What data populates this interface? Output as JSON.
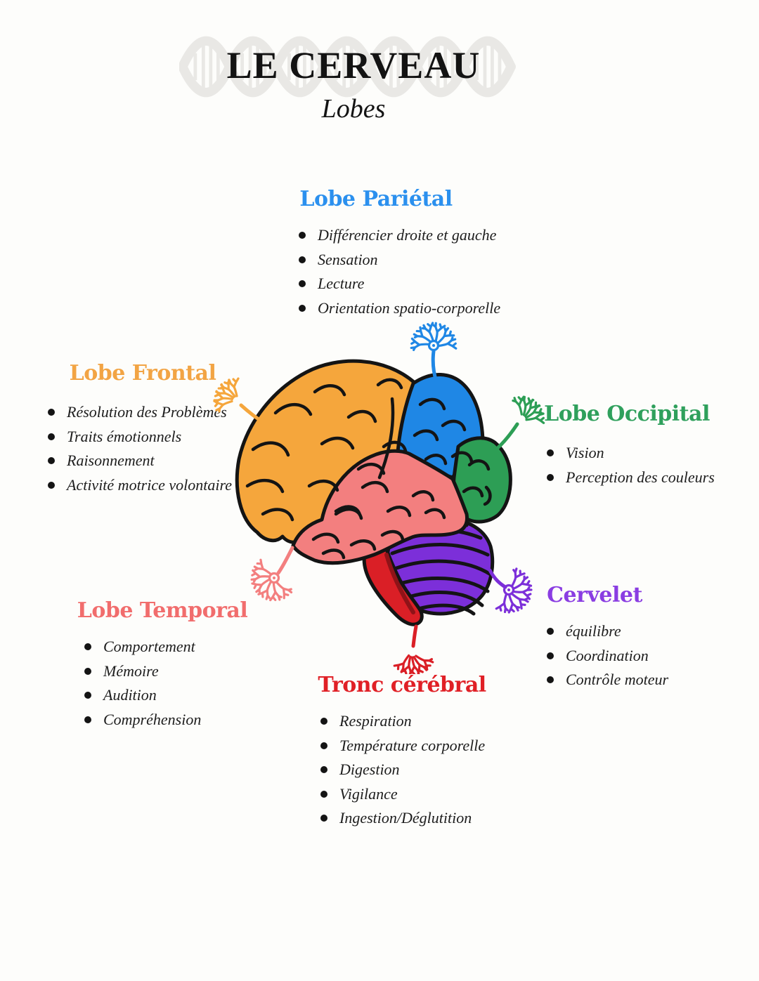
{
  "page": {
    "background": "#fdfdfb",
    "ink": "#141414"
  },
  "header": {
    "title": "LE CERVEAU",
    "subtitle": "Lobes",
    "watermark_icon": "dna-helix",
    "watermark_color": "#e9e8e5"
  },
  "sections": [
    {
      "id": "parietal",
      "title": "Lobe Pariétal",
      "color": "#2b90ee",
      "items": [
        "Différencier droite et gauche",
        "Sensation",
        "Lecture",
        "Orientation spatio-corporelle"
      ]
    },
    {
      "id": "frontal",
      "title": "Lobe Frontal",
      "color": "#f2a444",
      "items": [
        "Résolution des Problèmes",
        "Traits émotionnels",
        "Raisonnement",
        "Activité motrice volontaire"
      ]
    },
    {
      "id": "occipital",
      "title": "Lobe Occipital",
      "color": "#2fa05c",
      "items": [
        "Vision",
        "Perception des couleurs"
      ]
    },
    {
      "id": "temporal",
      "title": "Lobe Temporal",
      "color": "#f16d6d",
      "items": [
        "Comportement",
        "Mémoire",
        "Audition",
        "Compréhension"
      ]
    },
    {
      "id": "cervelet",
      "title": "Cervelet",
      "color": "#8a3de2",
      "items": [
        "équilibre",
        "Coordination",
        "Contrôle moteur"
      ]
    },
    {
      "id": "tronc",
      "title": "Tronc cérébral",
      "color": "#e02026",
      "items": [
        "Respiration",
        "Température corporelle",
        "Digestion",
        "Vigilance",
        "Ingestion/Déglutition"
      ]
    }
  ],
  "brain": {
    "colors": {
      "frontal": "#f5a63c",
      "parietal": "#1f87e5",
      "occipital": "#2d9e55",
      "temporal": "#f37f7f",
      "cervelet": "#7c2fd9",
      "tronc": "#da1f26",
      "outline": "#141414",
      "watermark": "#e9e8e5"
    }
  }
}
